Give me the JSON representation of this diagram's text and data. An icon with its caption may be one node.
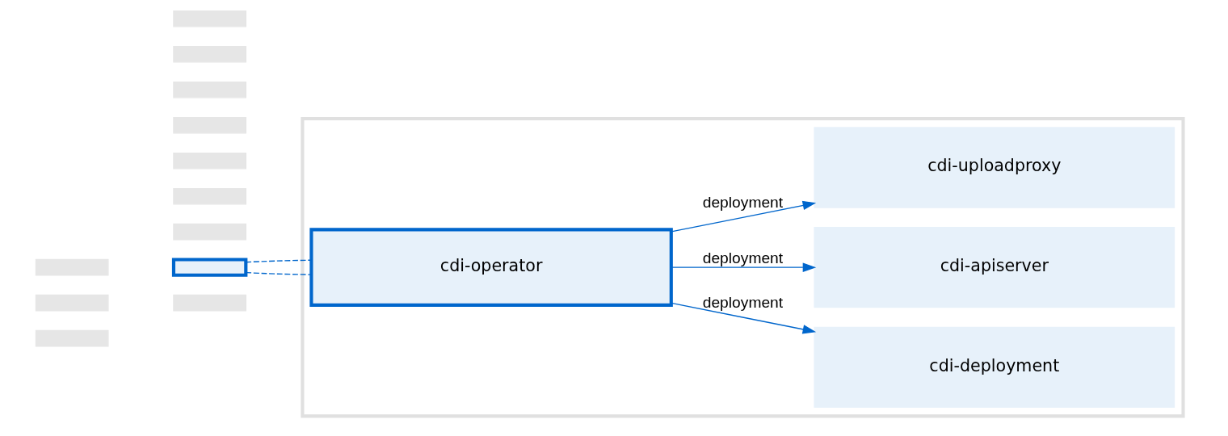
{
  "diagram": {
    "nodes": [
      {
        "text": [],
        "shape": "box"
      },
      {
        "text": [],
        "shape": "box"
      },
      {
        "text": [],
        "shape": "box"
      },
      {
        "text": [],
        "shape": "box"
      },
      {
        "text": [],
        "shape": "box"
      },
      {
        "text": [],
        "shape": "box"
      },
      {
        "text": [],
        "shape": "box"
      },
      {
        "text": [],
        "shape": "box"
      },
      {
        "text": [],
        "shape": "box"
      },
      {
        "text": [],
        "shape": "box"
      },
      {
        "text": [],
        "shape": "box"
      },
      {
        "text": [],
        "shape": "box"
      },
      {
        "text": [],
        "shape": "box"
      },
      {
        "text": [
          "cdi-operator"
        ],
        "in": 12
      },
      {
        "text": [
          "cdi-deployment"
        ],
        "in": 12
      },
      {
        "text": [
          "cdi-apiserver"
        ],
        "in": 12
      },
      {
        "text": [
          "cdi-uploadproxy"
        ],
        "in": 12
      }
    ],
    "edges": [
      {
        "from": 4,
        "to": 13,
        "arrow": "none",
        "style": "dashed"
      },
      {
        "from": 4,
        "to": 13,
        "arrow": "none",
        "style": "dashed"
      },
      {
        "from": 13,
        "to": 14,
        "arrow": "to",
        "label": "deployment"
      },
      {
        "from": 13,
        "to": 15,
        "arrow": "to",
        "label": "deployment"
      },
      {
        "from": 13,
        "to": 16,
        "arrow": "to",
        "label": "deployment"
      }
    ]
  }
}
